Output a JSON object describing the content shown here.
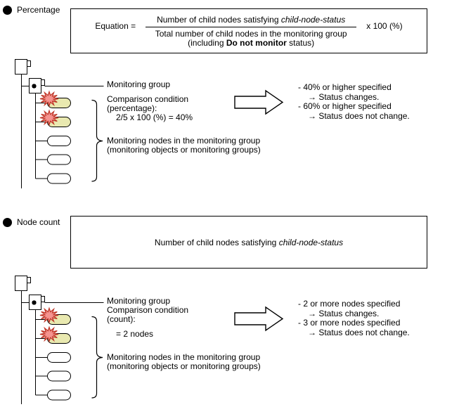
{
  "colors": {
    "background": "#ffffff",
    "line": "#000000",
    "pill_fill": "#e9e9b0",
    "star_fill": "#f5938f",
    "star_stroke": "#c0392b"
  },
  "percentage_section": {
    "header": "Percentage",
    "equation": {
      "label": "Equation =",
      "numerator": "Number of child nodes satisfying ",
      "numerator_italic": "child-node-status",
      "denominator_line1": "Total number of child nodes in the monitoring group",
      "denominator_pre": "(including ",
      "denominator_bold": "Do not monitor",
      "denominator_post": " status)",
      "multiplier": "x 100 (%)"
    },
    "labels": {
      "group": "Monitoring group",
      "condition1": "Comparison condition",
      "condition2": "(percentage):",
      "condition3": "2/5 x 100 (%) = 40%",
      "nodes1": "Monitoring nodes in the monitoring group",
      "nodes2": "(monitoring objects or monitoring groups)"
    },
    "results": [
      {
        "condition": "- 40% or higher specified",
        "outcome": "→ Status changes."
      },
      {
        "condition": "- 60% or higher specified",
        "outcome": "→ Status does not change."
      }
    ]
  },
  "node_count_section": {
    "header": "Node count",
    "equation": {
      "text": "Number of child nodes satisfying ",
      "text_italic": "child-node-status"
    },
    "labels": {
      "group": "Monitoring group",
      "condition1": "Comparison condition",
      "condition2": "(count):",
      "condition3": "= 2 nodes",
      "nodes1": "Monitoring nodes in the monitoring group",
      "nodes2": "(monitoring objects or monitoring groups)"
    },
    "results": [
      {
        "condition": "- 2 or more nodes specified",
        "outcome": "→ Status changes."
      },
      {
        "condition": "- 3 or more nodes specified",
        "outcome": "→ Status does not change."
      }
    ]
  }
}
